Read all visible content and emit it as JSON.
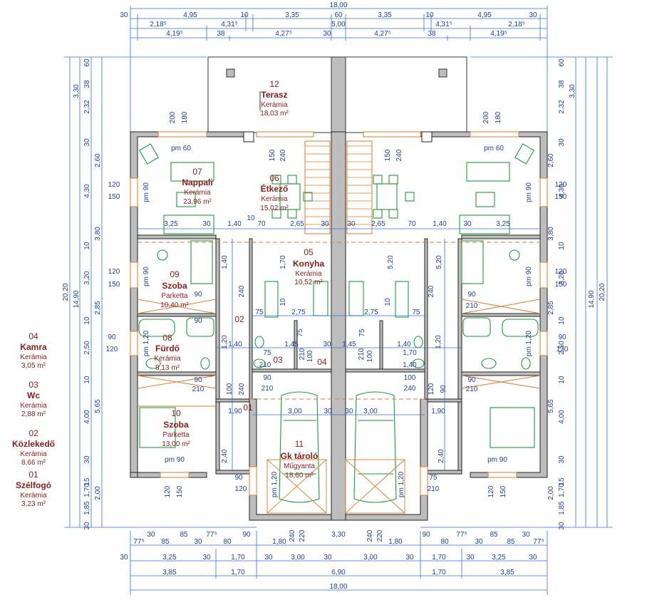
{
  "dims": {
    "top_total": "18,00",
    "top_row1": [
      "30",
      "4,95",
      "10",
      "3,35",
      "60",
      "3,35",
      "10",
      "4,95",
      "30"
    ],
    "top_row2": [
      "2,18⁵",
      "4,31⁵",
      "5,00",
      "4,31⁵",
      "2,18⁵"
    ],
    "top_row3": [
      "4,19⁵",
      "38",
      "4,27⁵",
      "30",
      "4,27⁵",
      "38",
      "4,19⁵"
    ],
    "bottom_row1": [
      "77⁵",
      "30",
      "85",
      "85",
      "30",
      "77⁵",
      "80",
      "90",
      "1,80",
      "3,30",
      "1,80",
      "90",
      "80",
      "77⁵",
      "30",
      "85",
      "85",
      "30",
      "77⁵"
    ],
    "bottom_row2": [
      "30",
      "3,25",
      "30",
      "1,70",
      "30",
      "3,00",
      "30",
      "3,00",
      "30",
      "1,70",
      "30",
      "3,25",
      "30"
    ],
    "bottom_row3": [
      "3,85",
      "1,70",
      "6,90",
      "1,70",
      "3,85"
    ],
    "bottom_total": "18,00",
    "left_total": "20,20",
    "left_14": "14,90",
    "left_col": [
      "60",
      "38",
      "2,32",
      "3,30",
      "30",
      "2,60",
      "4,30",
      "3,80",
      "10",
      "3,20",
      "2,85",
      "10",
      "2,50",
      "10",
      "4,00",
      "5,65",
      "30",
      "15",
      "1,70",
      "2,00",
      "1,85",
      "30"
    ],
    "right_total": "20,20",
    "right_14": "14,90",
    "right_col": [
      "60",
      "38",
      "2,32",
      "3,30",
      "30",
      "2,60",
      "4,30",
      "3,80",
      "10",
      "3,20",
      "2,85",
      "10",
      "2,50",
      "10",
      "4,00",
      "5,65",
      "30",
      "15",
      "1,70",
      "2,00",
      "1,85",
      "30"
    ],
    "inner": [
      "200",
      "180",
      "150",
      "240",
      "200",
      "180",
      "150",
      "240",
      "120",
      "150",
      "120",
      "150",
      "120",
      "150",
      "120",
      "150",
      "90",
      "120",
      "90",
      "120",
      "120",
      "150",
      "120",
      "150",
      "3,25",
      "30",
      "1,40",
      "10",
      "70",
      "2,65",
      "30",
      "30",
      "2,65",
      "70",
      "1,40",
      "30",
      "3,25",
      "2,75",
      "2,75",
      "1,40",
      "1,45",
      "30",
      "1,45",
      "1,40",
      "3,00",
      "30",
      "3,00",
      "30",
      "1,90",
      "1,90",
      "240",
      "220",
      "240",
      "220",
      "90",
      "240",
      "90",
      "240",
      "90",
      "210",
      "90",
      "210",
      "90",
      "210",
      "90",
      "210",
      "100",
      "240",
      "100",
      "240",
      "90",
      "120",
      "90",
      "120",
      "75",
      "210",
      "75",
      "210",
      "1,70",
      "1,40",
      "1,40",
      "1,70",
      "5,20",
      "5,20",
      "1,20",
      "1,20",
      "2,40",
      "2,40",
      "10",
      "10",
      "75",
      "75",
      "75",
      "75",
      "210",
      "210",
      "100",
      "100"
    ]
  },
  "rooms": [
    {
      "num": "12",
      "name": "Terasz",
      "mat": "Kerámia",
      "area": "18,03 m²"
    },
    {
      "num": "07",
      "name": "Nappali",
      "mat": "Kerámia",
      "area": "23,96 m²"
    },
    {
      "num": "06",
      "name": "Étkező",
      "mat": "Kerámia",
      "area": "15,02 m²"
    },
    {
      "num": "05",
      "name": "Konyha",
      "mat": "Kerámia",
      "area": "10,52 m²"
    },
    {
      "num": "09",
      "name": "Szoba",
      "mat": "Parketta",
      "area": "10,40 m²"
    },
    {
      "num": "08",
      "name": "Fürdő",
      "mat": "Kerámia",
      "area": "8,13 m²"
    },
    {
      "num": "10",
      "name": "Szoba",
      "mat": "Parketta",
      "area": "13,00 m²"
    },
    {
      "num": "11",
      "name": "Gk tároló",
      "mat": "Műgyanta",
      "area": "18,60 m²"
    },
    {
      "num": "02",
      "name": "",
      "mat": "",
      "area": ""
    },
    {
      "num": "03",
      "name": "",
      "mat": "",
      "area": ""
    },
    {
      "num": "04",
      "name": "",
      "mat": "",
      "area": ""
    },
    {
      "num": "01",
      "name": "",
      "mat": "",
      "area": ""
    }
  ],
  "pm_labels": [
    "pm 60",
    "pm 60",
    "pm 90",
    "pm 90",
    "pm 90",
    "pm 90",
    "pm 1,20",
    "pm 1,20",
    "pm 90",
    "pm 90",
    "pm 1,20",
    "pm 1,20"
  ],
  "legend": [
    {
      "num": "04",
      "name": "Kamra",
      "mat": "Kerámia",
      "area": "3,05 m²"
    },
    {
      "num": "03",
      "name": "Wc",
      "mat": "Kerámia",
      "area": "2,88 m²"
    },
    {
      "num": "02",
      "name": "Közlekedő",
      "mat": "Kerámia",
      "area": "8,66 m²"
    },
    {
      "num": "01",
      "name": "Szélfogó",
      "mat": "Kerámia",
      "area": "3,23 m²"
    }
  ],
  "colors": {
    "dimension": "#1f3f99",
    "wall": "#bdbdbd",
    "window": "#e07a2a",
    "furniture": "#1e9a3b",
    "label": "#8a1b1b"
  }
}
